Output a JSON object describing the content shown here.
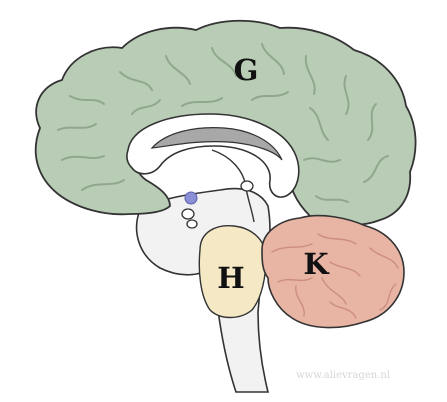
{
  "diagram": {
    "labels": {
      "cerebrum": "G",
      "hypothalamus_pituitary": "H",
      "cerebellum": "K"
    },
    "watermark": "www.alievragen.nl",
    "colors": {
      "cerebrum": "#b9cdb6",
      "cerebrum_dark": "#8fa88c",
      "brainstem": "#f2f2f2",
      "pituitary": "#f4e9c4",
      "cerebellum": "#e8b4a4",
      "cerebellum_dark": "#cc8e7d",
      "dot": "#8a8fd6",
      "outline": "#333333"
    }
  }
}
